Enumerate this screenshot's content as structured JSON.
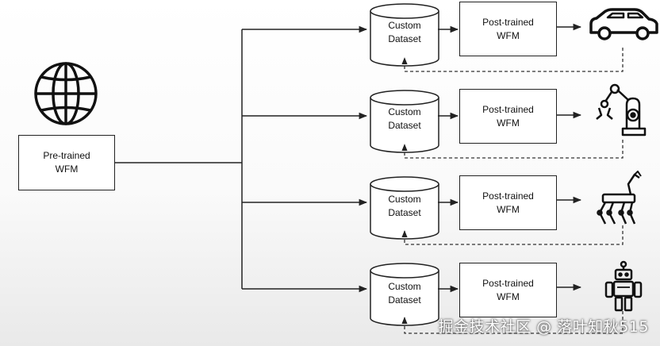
{
  "source": {
    "icon": "globe-icon",
    "line1": "Pre-trained",
    "line2": "WFM"
  },
  "branches": [
    {
      "dataset_line1": "Custom",
      "dataset_line2": "Dataset",
      "model_line1": "Post-trained",
      "model_line2": "WFM",
      "icon": "car-icon"
    },
    {
      "dataset_line1": "Custom",
      "dataset_line2": "Dataset",
      "model_line1": "Post-trained",
      "model_line2": "WFM",
      "icon": "robotic-arm-icon"
    },
    {
      "dataset_line1": "Custom",
      "dataset_line2": "Dataset",
      "model_line1": "Post-trained",
      "model_line2": "WFM",
      "icon": "quadruped-robot-icon"
    },
    {
      "dataset_line1": "Custom",
      "dataset_line2": "Dataset",
      "model_line1": "Post-trained",
      "model_line2": "WFM",
      "icon": "humanoid-robot-icon"
    }
  ],
  "watermark": "掘金技术社区 @ 落叶知秋515",
  "colors": {
    "stroke": "#222222",
    "dashed": "#333333"
  }
}
